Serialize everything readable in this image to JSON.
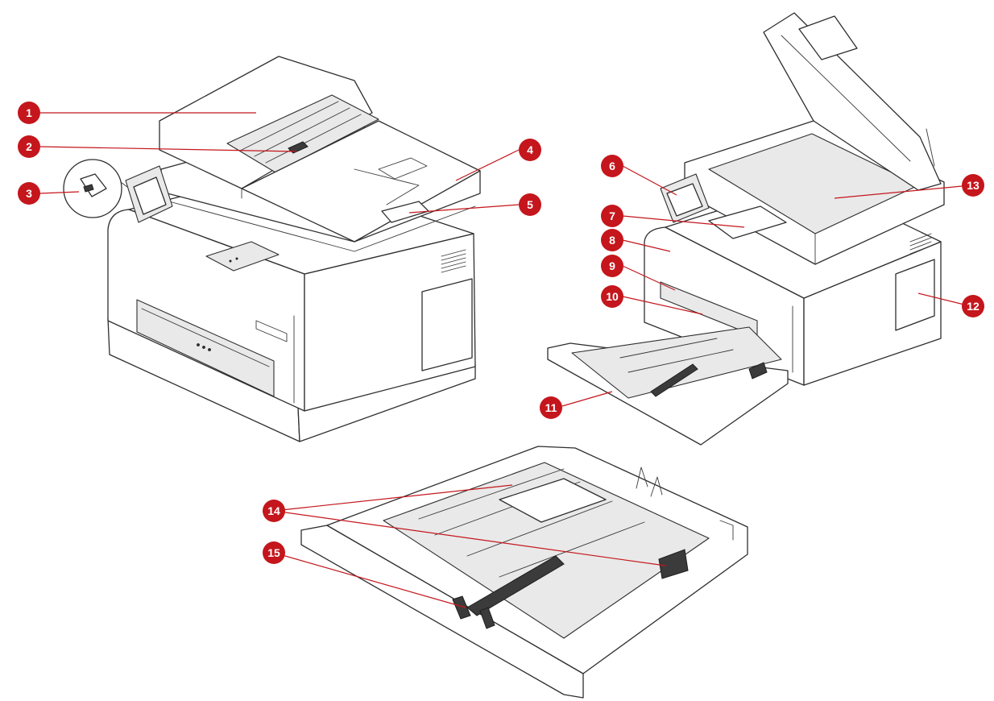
{
  "diagram": {
    "accent_color": "#c4161c",
    "callouts": [
      {
        "label": "1"
      },
      {
        "label": "2"
      },
      {
        "label": "3"
      },
      {
        "label": "4"
      },
      {
        "label": "5"
      },
      {
        "label": "6"
      },
      {
        "label": "7"
      },
      {
        "label": "8"
      },
      {
        "label": "9"
      },
      {
        "label": "10"
      },
      {
        "label": "11"
      },
      {
        "label": "12"
      },
      {
        "label": "13"
      },
      {
        "label": "14"
      },
      {
        "label": "15"
      }
    ]
  }
}
